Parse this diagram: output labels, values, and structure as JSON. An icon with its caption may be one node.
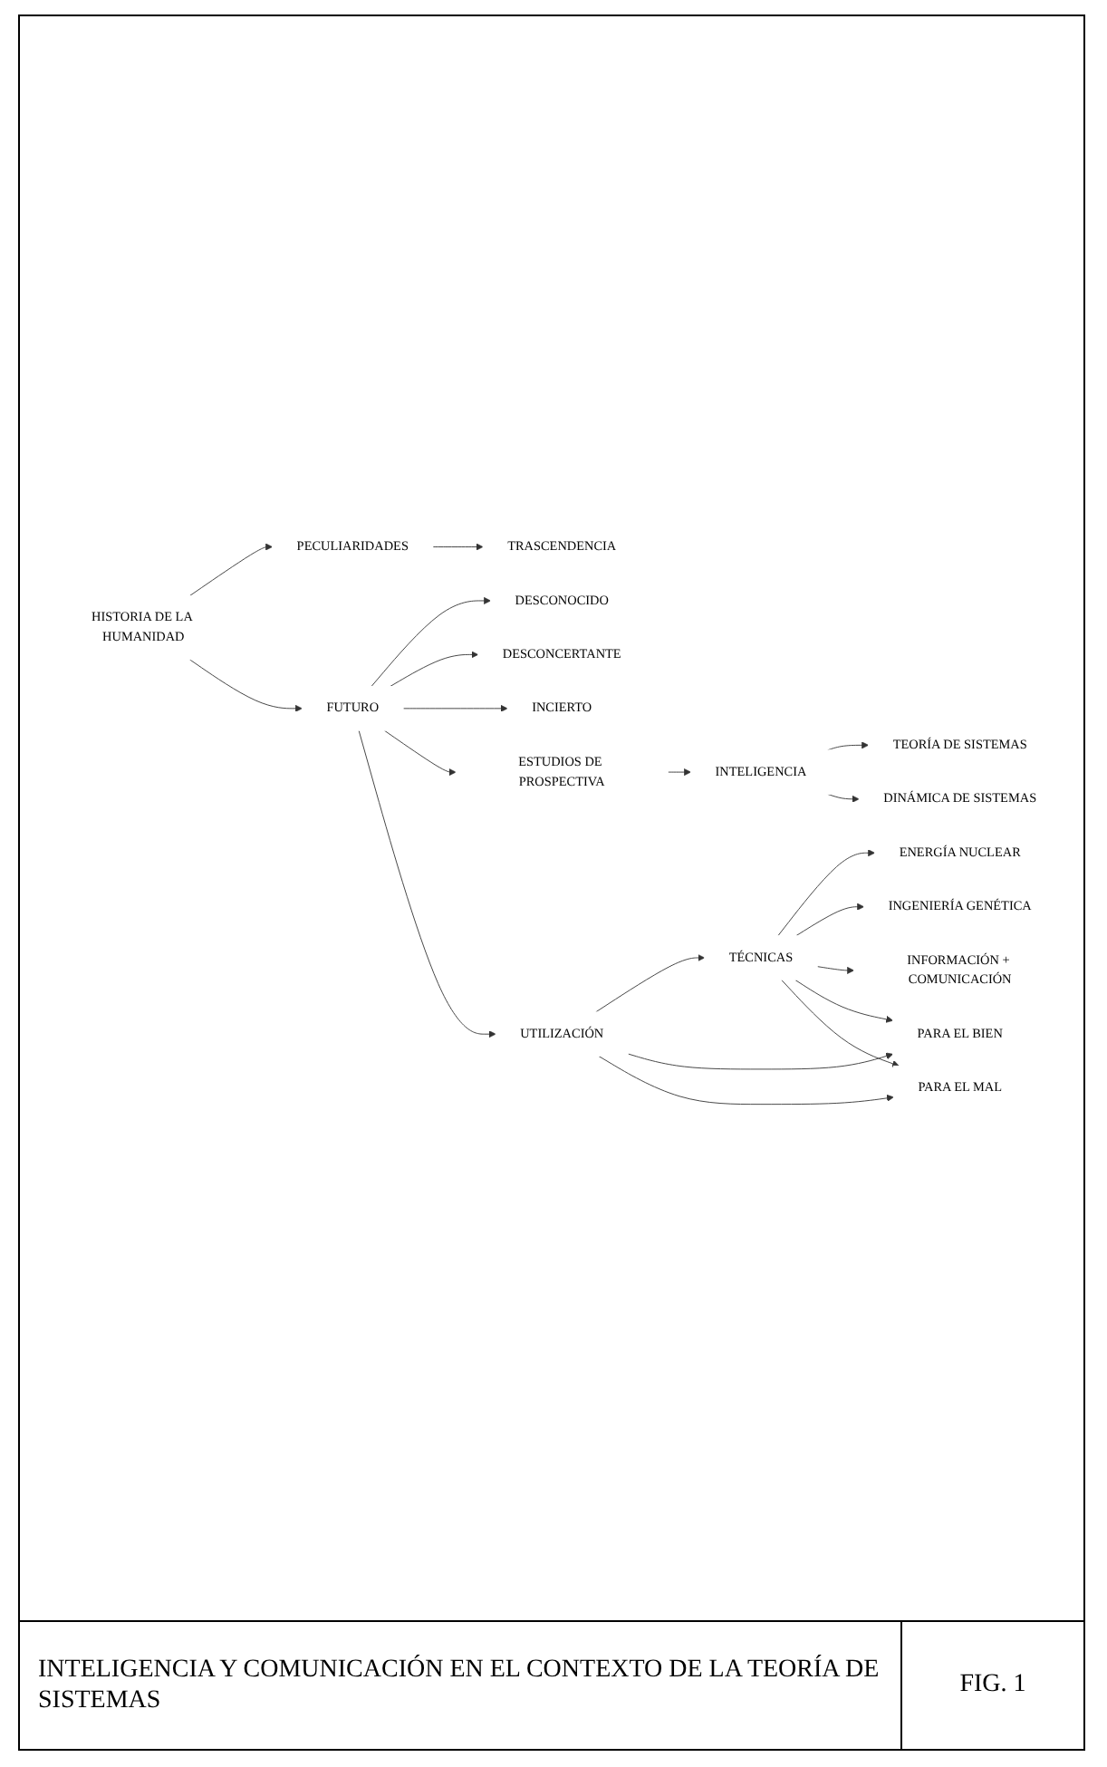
{
  "diagram": {
    "caption": "INTELIGENCIA Y COMUNICACIÓN EN EL CONTEXTO DE LA TEORÍA DE SISTEMAS",
    "nodes": [
      {
        "text": [
          "HISTORIA DE LA HUMANIDAD"
        ]
      },
      {
        "text": [
          "PECULIARIDADES"
        ]
      },
      {
        "text": [
          "TRASCENDENCIA"
        ]
      },
      {
        "text": [
          "FUTURO"
        ]
      },
      {
        "text": [
          "DESCONOCIDO"
        ]
      },
      {
        "text": [
          "DESCONCERTANTE"
        ]
      },
      {
        "text": [
          "INCIERTO"
        ]
      },
      {
        "text": [
          "ESTUDIOS DE PROSPECTIVA"
        ]
      },
      {
        "text": [
          "INTELIGENCIA"
        ]
      },
      {
        "text": [
          "TEORÍA DE SISTEMAS"
        ]
      },
      {
        "text": [
          "DINÁMICA DE SISTEMAS"
        ]
      },
      {
        "text": [
          "UTILIZACIÓN"
        ]
      },
      {
        "text": [
          "TÉCNICAS"
        ]
      },
      {
        "text": [
          "ENERGÍA NUCLEAR"
        ]
      },
      {
        "text": [
          "INGENIERÍA GENÉTICA"
        ]
      },
      {
        "text": [
          "INFORMACIÓN + COMUNICACIÓN"
        ]
      },
      {
        "text": [
          "PARA EL BIEN"
        ]
      },
      {
        "text": [
          "PARA EL MAL"
        ]
      }
    ],
    "edges": [
      {
        "from": 0,
        "to": 1,
        "arrow": "to"
      },
      {
        "from": 1,
        "to": 2,
        "arrow": "to"
      },
      {
        "from": 0,
        "to": 3,
        "arrow": "to"
      },
      {
        "from": 3,
        "to": 4,
        "arrow": "to"
      },
      {
        "from": 3,
        "to": 5,
        "arrow": "to"
      },
      {
        "from": 3,
        "to": 6,
        "arrow": "to"
      },
      {
        "from": 3,
        "to": 7,
        "arrow": "to"
      },
      {
        "from": 7,
        "to": 8,
        "arrow": "to"
      },
      {
        "from": 8,
        "to": 9,
        "arrow": "to"
      },
      {
        "from": 8,
        "to": 10,
        "arrow": "to"
      },
      {
        "from": 3,
        "to": 11,
        "arrow": "to"
      },
      {
        "from": 11,
        "to": 12,
        "arrow": "to"
      },
      {
        "from": 12,
        "to": 13,
        "arrow": "to"
      },
      {
        "from": 12,
        "to": 14,
        "arrow": "to"
      },
      {
        "from": 12,
        "to": 15,
        "arrow": "to"
      },
      {
        "from": 11,
        "to": 16,
        "arrow": "to"
      },
      {
        "from": 11,
        "to": 17,
        "arrow": "to"
      },
      {
        "from": 12,
        "to": 16,
        "arrow": "to"
      },
      {
        "from": 12,
        "to": 17,
        "arrow": "to"
      }
    ],
    "labels": [
      "FIG. 1"
    ]
  }
}
